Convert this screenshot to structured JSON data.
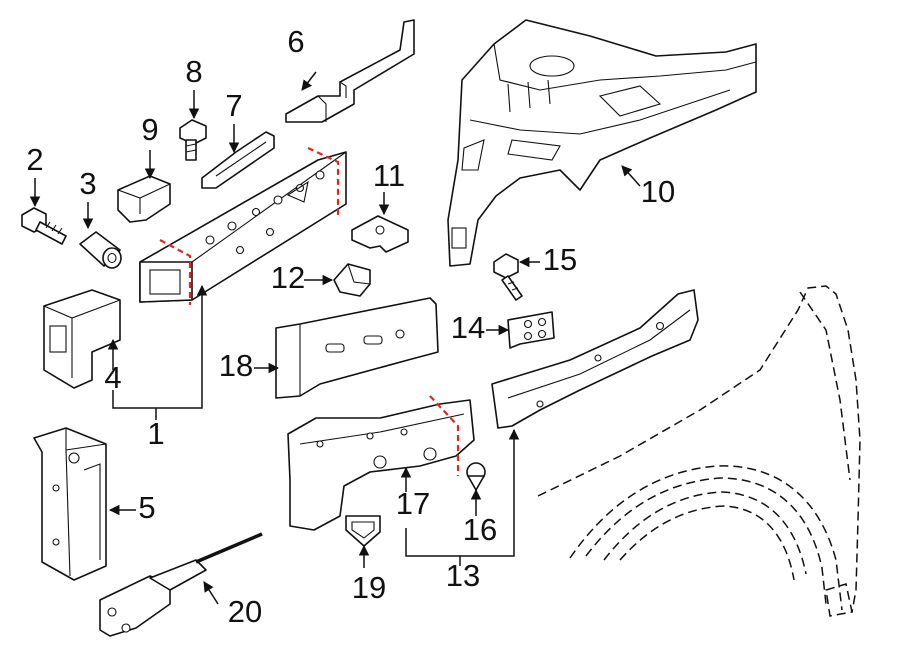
{
  "colors": {
    "cut_line": "#e8231c",
    "ink": "#111111",
    "background": "#ffffff"
  },
  "callouts": {
    "c1": "1",
    "c2": "2",
    "c3": "3",
    "c4": "4",
    "c5": "5",
    "c6": "6",
    "c7": "7",
    "c8": "8",
    "c9": "9",
    "c10": "10",
    "c11": "11",
    "c12": "12",
    "c13": "13",
    "c14": "14",
    "c15": "15",
    "c16": "16",
    "c17": "17",
    "c18": "18",
    "c19": "19",
    "c20": "20"
  }
}
